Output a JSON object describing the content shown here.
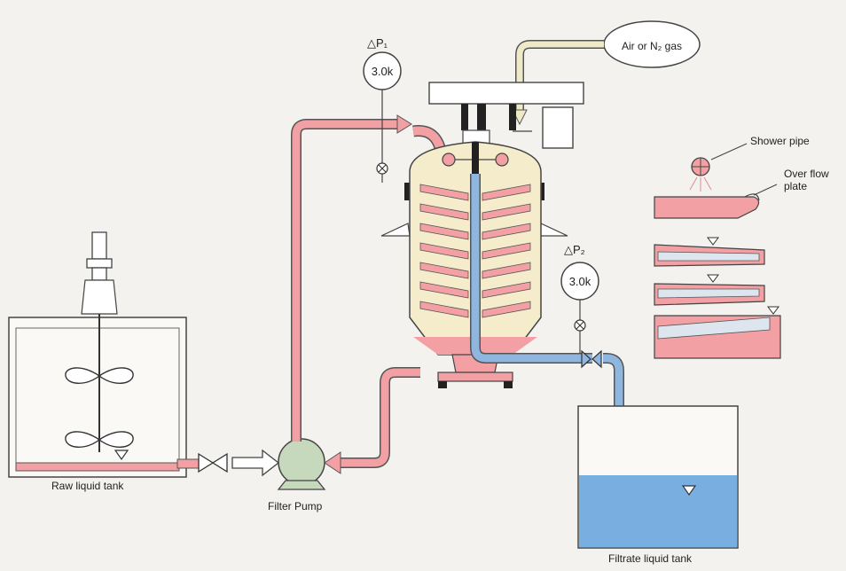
{
  "labels": {
    "air_gas": "Air or N₂ gas",
    "dp1_symbol": "△P₁",
    "dp1_value": "3.0k",
    "dp2_symbol": "△P₂",
    "dp2_value": "3.0k",
    "shower_pipe": "Shower pipe",
    "overflow_line1": "Over flow",
    "overflow_line2": "plate",
    "raw_tank": "Raw liquid tank",
    "filter_pump": "Filter Pump",
    "filtrate_tank": "Filtrate liquid tank"
  },
  "colors": {
    "background": "#f4f2ee",
    "raw_liquid_pipe": "#f2a0a4",
    "filtrate_pipe": "#8fb6df",
    "filtrate_liquid": "#79aee0",
    "vessel_body": "#f4eccb",
    "pump": "#c6d9bd",
    "gas_pipe": "#eeeac8",
    "outline": "#333333"
  },
  "icons": {
    "valve": "x-circle-valve-icon",
    "check_valve": "bowtie-valve-icon",
    "level_marker": "inverted-triangle-level-icon"
  }
}
